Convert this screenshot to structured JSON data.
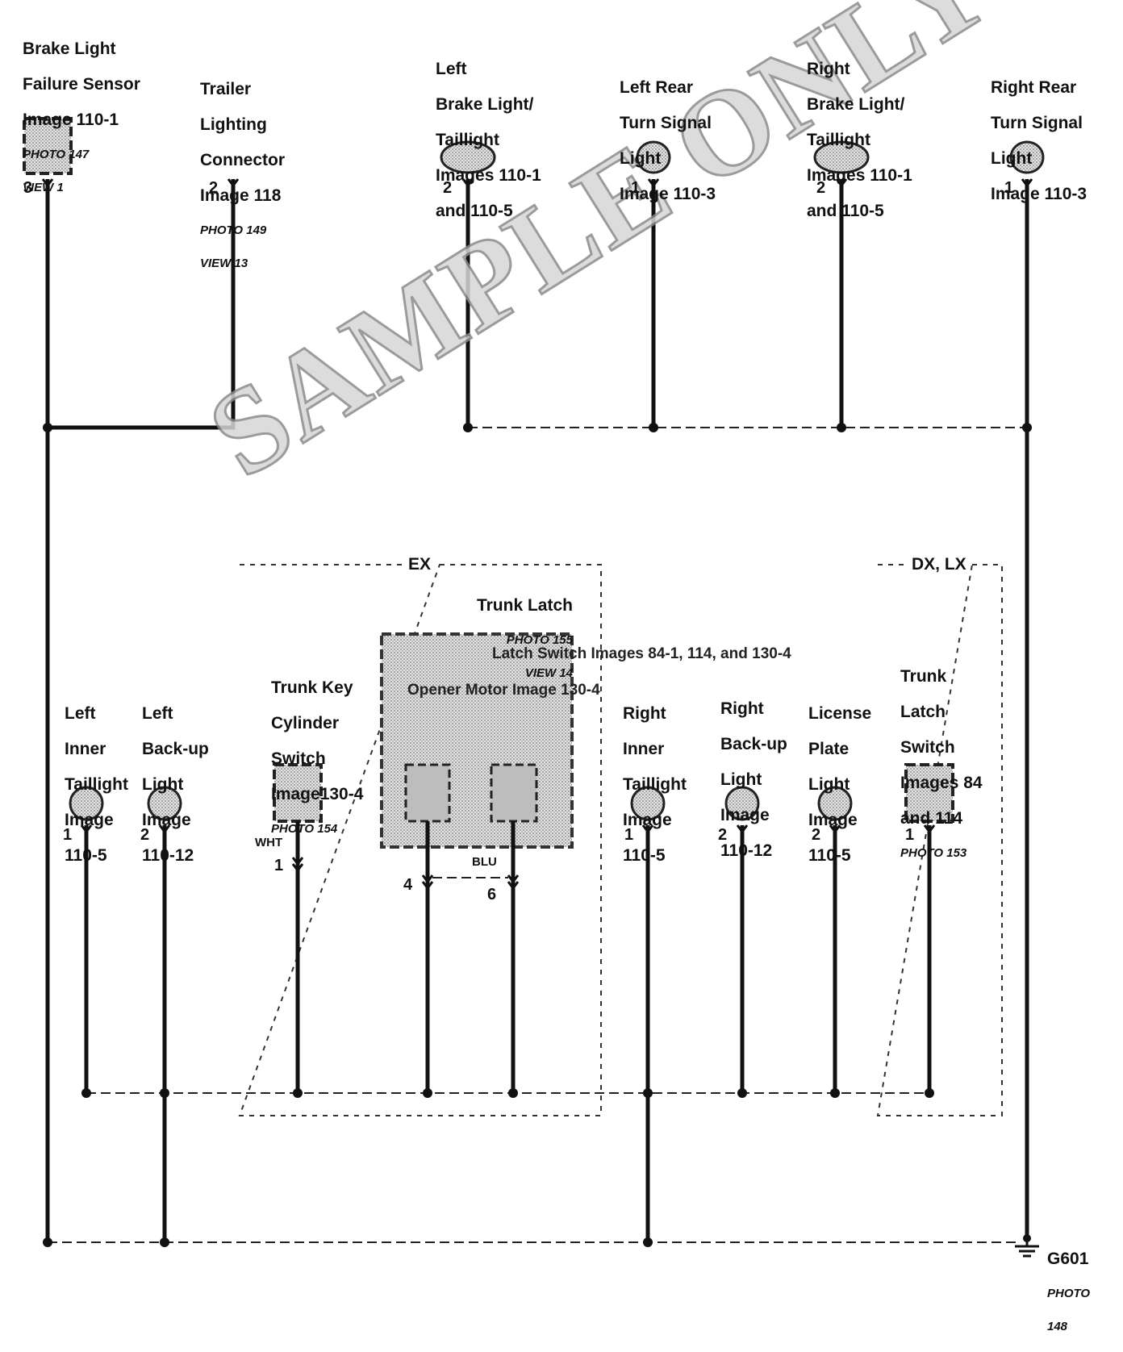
{
  "components": {
    "brake_failure_sensor": {
      "lines": [
        "Brake Light",
        "Failure Sensor",
        "Image 110-1"
      ],
      "photo": [
        "PHOTO 147",
        "VIEW 1"
      ],
      "pin": "3"
    },
    "trailer_connector": {
      "lines": [
        "Trailer",
        "Lighting",
        "Connector",
        "Image 118"
      ],
      "photo": [
        "PHOTO 149",
        "VIEW 13"
      ],
      "pin": "2"
    },
    "left_brake_taillight": {
      "lines": [
        "Left",
        "Brake Light/",
        "Taillight",
        "Images 110-1",
        "and 110-5"
      ],
      "pin": "2"
    },
    "left_rear_turn": {
      "lines": [
        "Left Rear",
        "Turn Signal",
        "Light",
        "Image 110-3"
      ],
      "pin": "1"
    },
    "right_brake_taillight": {
      "lines": [
        "Right",
        "Brake Light/",
        "Taillight",
        "Images 110-1",
        "and 110-5"
      ],
      "pin": "2"
    },
    "right_rear_turn": {
      "lines": [
        "Right Rear",
        "Turn Signal",
        "Light",
        "Image 110-3"
      ],
      "pin": "1"
    },
    "left_inner_taillight": {
      "lines": [
        "Left",
        "Inner",
        "Taillight",
        "Image",
        "110-5"
      ],
      "pin": "1"
    },
    "left_backup": {
      "lines": [
        "Left",
        "Back-up",
        "Light",
        "Image",
        "110-12"
      ],
      "pin": "2"
    },
    "trunk_key_switch": {
      "lines": [
        "Trunk Key",
        "Cylinder",
        "Switch",
        "Image130-4"
      ],
      "photo": [
        "PHOTO 154"
      ],
      "pin": "1",
      "wire": "WHT"
    },
    "trunk_latch": {
      "lines": [
        "Trunk Latch"
      ],
      "photo": [
        "PHOTO 155",
        "VIEW 14"
      ]
    },
    "opener_motor": {
      "lines": [
        "Opener",
        "Motor",
        "Image",
        "130-4"
      ],
      "pin": "4"
    },
    "latch_switch": {
      "lines": [
        "Latch",
        "Switch",
        "Images",
        "84-1,",
        "114, and",
        "130-4"
      ],
      "pin": "6",
      "wire": "BLU"
    },
    "right_inner_taillight": {
      "lines": [
        "Right",
        "Inner",
        "Taillight",
        "Image",
        "110-5"
      ],
      "pin": "1"
    },
    "right_backup": {
      "lines": [
        "Right",
        "Back-up",
        "Light",
        "Image",
        "110-12"
      ],
      "pin": "2"
    },
    "license_plate": {
      "lines": [
        "License",
        "Plate",
        "Light",
        "Image",
        "110-5"
      ],
      "pin": "2"
    },
    "trunk_latch_switch": {
      "lines": [
        "Trunk",
        "Latch",
        "Switch",
        "Images 84",
        "and 114"
      ],
      "photo": [
        "PHOTO 153"
      ],
      "pin": "1"
    }
  },
  "groups": {
    "ex": "EX",
    "dxlx": "DX, LX"
  },
  "ground": {
    "name": "G601",
    "photo": [
      "PHOTO",
      "148"
    ]
  },
  "watermark": "SAMPLE ONLY"
}
